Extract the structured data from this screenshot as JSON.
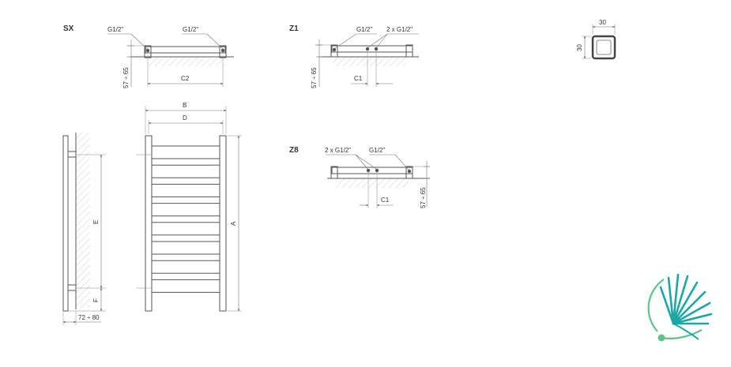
{
  "sections": {
    "sx": "SX",
    "z1": "Z1",
    "z8": "Z8"
  },
  "labels": {
    "thread": "G1/2\"",
    "thread_double": "2 x G1/2\"",
    "depth_range": "57 ÷ 65",
    "c2": "C2",
    "c1": "C1",
    "b": "B",
    "d": "D",
    "a": "A",
    "e": "E",
    "f": "F",
    "wall_gap": "72 ÷ 80",
    "profile_width": "30",
    "profile_height": "30"
  },
  "colors": {
    "line": "#555555",
    "hatch": "#bbbbbb",
    "logo_teal": "#1aa7a5",
    "logo_green": "#5fc38a"
  },
  "icons": {
    "logo": "dandelion-logo-icon"
  }
}
